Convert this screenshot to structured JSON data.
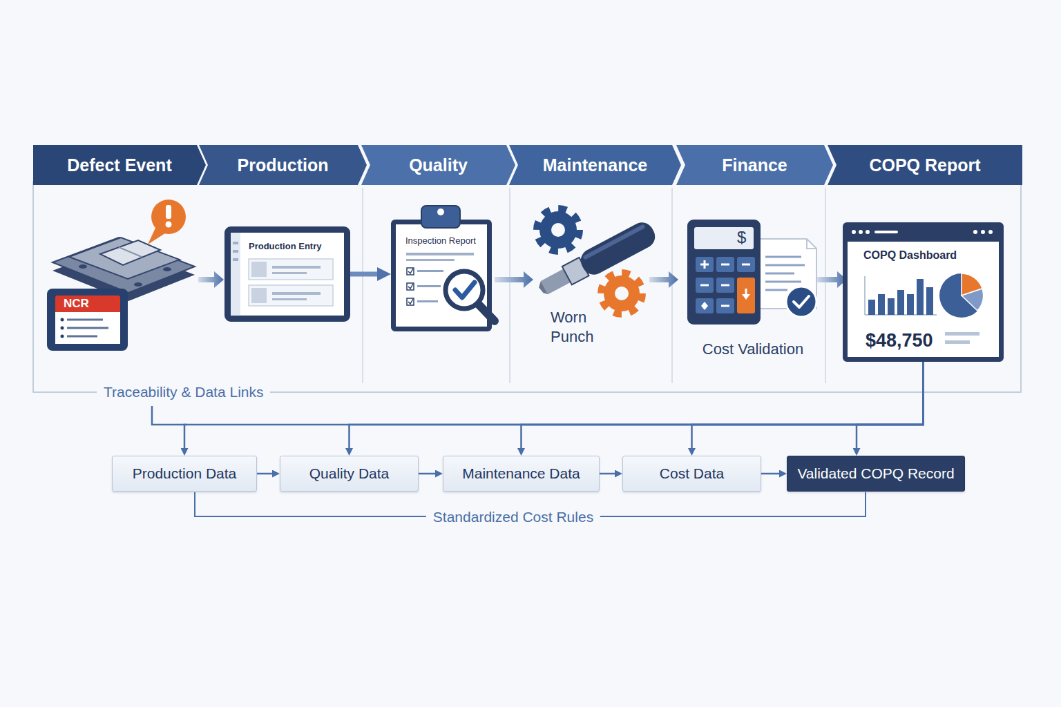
{
  "diagram": {
    "nodes": [
      {
        "text": [
          "Defect Event"
        ]
      },
      {
        "text": [
          "Production"
        ]
      },
      {
        "text": [
          "Quality"
        ]
      },
      {
        "text": [
          "Maintenance"
        ]
      },
      {
        "text": [
          "Finance"
        ]
      },
      {
        "text": [
          "COPQ Report"
        ]
      },
      {
        "text": [
          "NCR"
        ]
      },
      {
        "text": [
          "Production Entry"
        ]
      },
      {
        "text": [
          "Inspection Report"
        ]
      },
      {
        "text": [
          "COPQ Dashboard",
          "$48,750"
        ]
      },
      {
        "text": [
          "Production Data"
        ]
      },
      {
        "text": [
          "Quality Data"
        ]
      },
      {
        "text": [
          "Maintenance Data"
        ]
      },
      {
        "text": [
          "Cost Data"
        ]
      },
      {
        "text": [
          "Validated COPQ Record"
        ]
      }
    ],
    "edges": [
      {
        "from": 7,
        "to": 8,
        "arrow": "to"
      },
      {
        "from": 10,
        "to": 11,
        "arrow": "to"
      },
      {
        "from": 11,
        "to": 12,
        "arrow": "to"
      },
      {
        "from": 12,
        "to": 13,
        "arrow": "to"
      },
      {
        "from": 13,
        "to": 14,
        "arrow": "to"
      },
      {
        "from": 9,
        "to": 10,
        "arrow": "to"
      },
      {
        "from": 9,
        "to": 11,
        "arrow": "to"
      },
      {
        "from": 9,
        "to": 12,
        "arrow": "to"
      },
      {
        "from": 9,
        "to": 13,
        "arrow": "to"
      },
      {
        "from": 9,
        "to": 14,
        "arrow": "to"
      }
    ],
    "labels": [
      "$",
      "Worn Punch",
      "Cost Validation",
      "Traceability & Data Links",
      "Standardized Cost Rules"
    ]
  }
}
